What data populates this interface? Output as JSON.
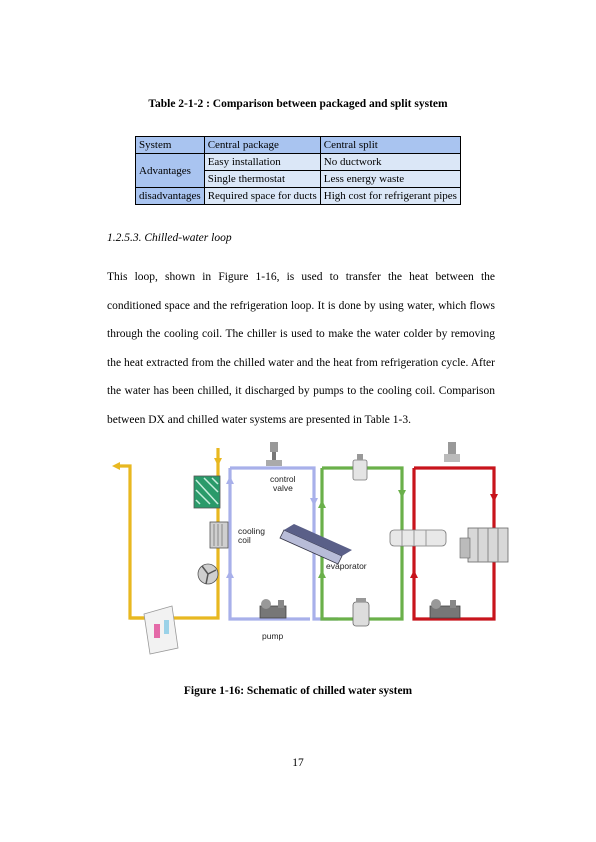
{
  "table": {
    "caption": "Table 2-1-2 : Comparison between packaged and split system",
    "headers": [
      "System",
      "Central package",
      "Central split"
    ],
    "advantages_label": "Advantages",
    "disadvantages_label": "disadvantages",
    "rows": [
      [
        "Easy installation",
        "No ductwork"
      ],
      [
        "Single thermostat",
        "Less energy waste"
      ],
      [
        "Required space for ducts",
        "High cost for refrigerant pipes"
      ]
    ]
  },
  "section": {
    "heading": "1.2.5.3. Chilled-water loop",
    "paragraph": "This loop, shown in Figure 1-16, is used to transfer the heat between the conditioned space and the refrigeration loop. It is done by using water, which flows through the cooling coil. The chiller is used to make the water colder by removing the heat extracted from the chilled water and the heat from refrigeration cycle. After the water has been chilled, it discharged by pumps to the cooling coil. Comparison between DX and chilled water systems are presented in Table 1-3."
  },
  "figure": {
    "labels": {
      "control_valve_1": "control",
      "control_valve_2": "valve",
      "cooling_coil_1": "cooling",
      "cooling_coil_2": "coil",
      "evaporator": "evaporator",
      "pump": "pump"
    },
    "caption": "Figure 1-16: Schematic of chilled water system",
    "colors": {
      "air_loop": "#e8b820",
      "chilled_water_loop": "#a8b0ea",
      "refrigerant_loop": "#6ab04a",
      "condenser_loop": "#c8141c"
    }
  },
  "page_number": "17"
}
